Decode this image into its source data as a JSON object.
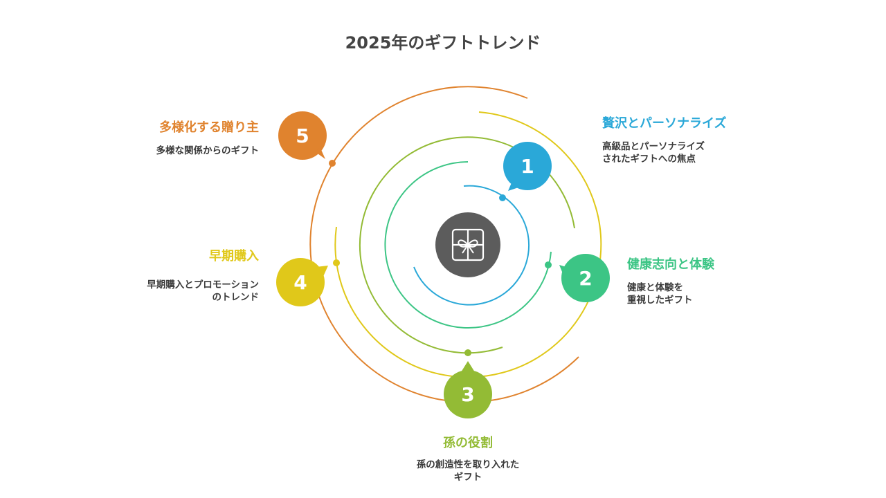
{
  "title": "2025年のギフトトレンド",
  "center_icon": "gift-icon",
  "items": [
    {
      "number": "1",
      "title": "贅沢とパーソナライズ",
      "description": "高級品とパーソナライズ\nされたギフトへの焦点",
      "color": "#2aa8d8"
    },
    {
      "number": "2",
      "title": "健康志向と体験",
      "description": "健康と体験を\n重視したギフト",
      "color": "#3cc585"
    },
    {
      "number": "3",
      "title": "孫の役割",
      "description": "孫の創造性を取り入れた\nギフト",
      "color": "#93bb35"
    },
    {
      "number": "4",
      "title": "早期購入",
      "description": "早期購入とプロモーション\nのトレンド",
      "color": "#e0c81a"
    },
    {
      "number": "5",
      "title": "多様化する贈り主",
      "description": "多様な関係からのギフト",
      "color": "#e0832e"
    }
  ]
}
